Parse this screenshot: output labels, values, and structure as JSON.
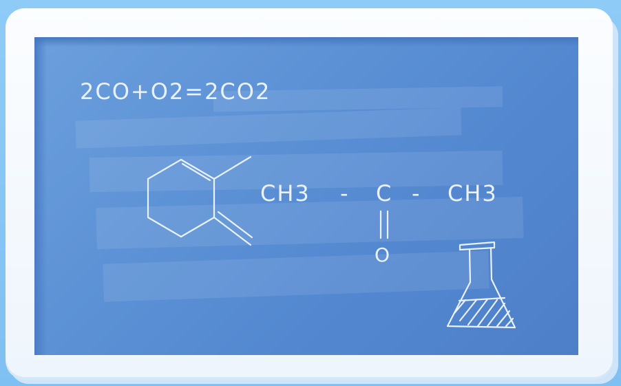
{
  "board": {
    "equation": "2CO+O2=2CO2",
    "formula_left": "CH3",
    "formula_dash_1": "-",
    "formula_center": "C",
    "formula_dash_2": "-",
    "formula_right": "CH3",
    "formula_oxygen": "O"
  },
  "icons": {
    "molecule": "cyclohexane-ring-icon",
    "flask": "erlenmeyer-flask-icon"
  },
  "colors": {
    "background": "#8fcbf7",
    "frame": "#f7fbff",
    "board": "#5d92d6",
    "chalk": "#eaf2ff"
  }
}
